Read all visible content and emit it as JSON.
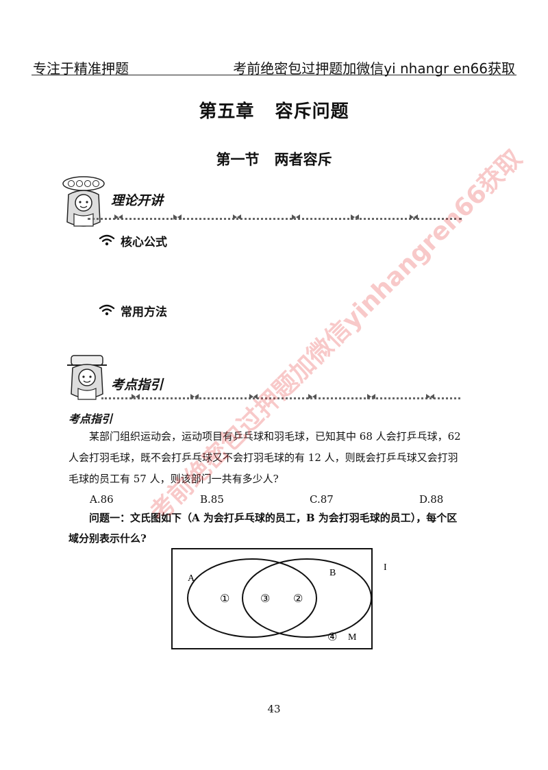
{
  "header": {
    "left": "专注于精准押题",
    "right": "考前绝密包过押题加微信yi nhangr en66获取"
  },
  "watermark": "考前绝密包过押题加微信yinhangren66获取",
  "chapter_title": "第五章   容斥问题",
  "section_title": "第一节   两者容斥",
  "theory": {
    "banner": "理论开讲",
    "core_formula": "核心公式",
    "common_methods": "常用方法"
  },
  "guide": {
    "banner": "考点指引",
    "subheading": "考点指引",
    "problem_lines": [
      "某部门组织运动会，运动项目有乒乓球和羽毛球，已知其中 68 人会打乒乓球，62",
      "人会打羽毛球，既不会打乒乓球又不会打羽毛球的有 12 人，则既会打乒乓球又会打羽",
      "毛球的员工有 57 人，则该部门一共有多少人?"
    ],
    "choices": [
      "A.86",
      "B.85",
      "C.87",
      "D.88"
    ],
    "question1_lines": [
      "问题一：文氏图如下（A 为会打乒乓球的员工，B 为会打羽毛球的员工），每个区",
      "域分别表示什么?"
    ]
  },
  "venn": {
    "label_a": "A",
    "label_b": "B",
    "label_i": "I",
    "label_m": "M",
    "region_1": "①",
    "region_2": "②",
    "region_3": "③",
    "region_4": "④"
  },
  "page_number": "43"
}
